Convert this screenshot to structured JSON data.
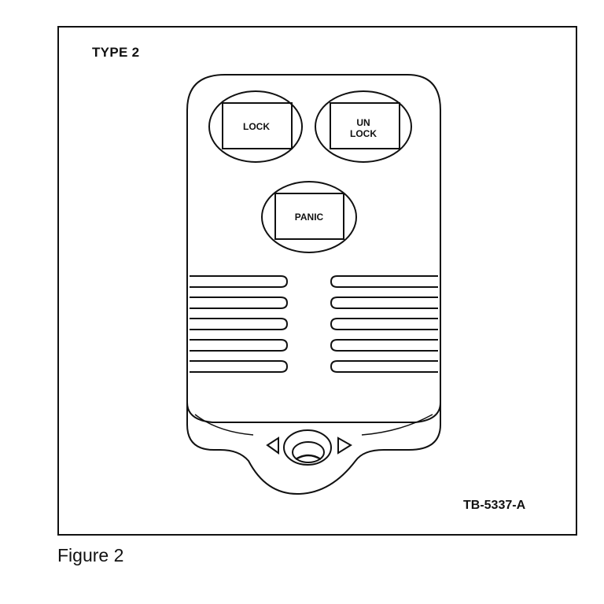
{
  "figure": {
    "type_label": "TYPE 2",
    "ref_code": "TB-5337-A",
    "caption": "Figure 2"
  },
  "buttons": {
    "lock": "LOCK",
    "unlock_line1": "UN",
    "unlock_line2": "LOCK",
    "panic": "PANIC"
  }
}
